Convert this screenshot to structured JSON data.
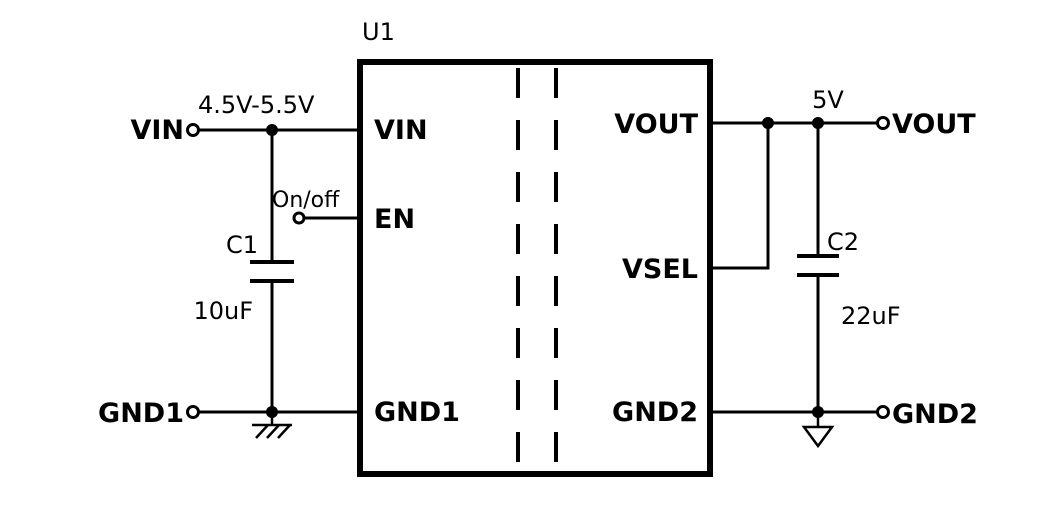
{
  "schematic": {
    "ic": {
      "refdes": "U1",
      "pins": {
        "vin": "VIN",
        "en": "EN",
        "gnd1": "GND1",
        "vout": "VOUT",
        "vsel": "VSEL",
        "gnd2": "GND2"
      }
    },
    "terminals": {
      "vin": "VIN",
      "gnd1": "GND1",
      "vout": "VOUT",
      "gnd2": "GND2"
    },
    "labels": {
      "input_voltage_range": "4.5V-5.5V",
      "enable_signal": "On/off",
      "output_voltage": "5V"
    },
    "capacitors": {
      "c1": {
        "refdes": "C1",
        "value": "10uF"
      },
      "c2": {
        "refdes": "C2",
        "value": "22uF"
      }
    },
    "colors": {
      "wire": "#000000",
      "background": "#ffffff"
    }
  }
}
